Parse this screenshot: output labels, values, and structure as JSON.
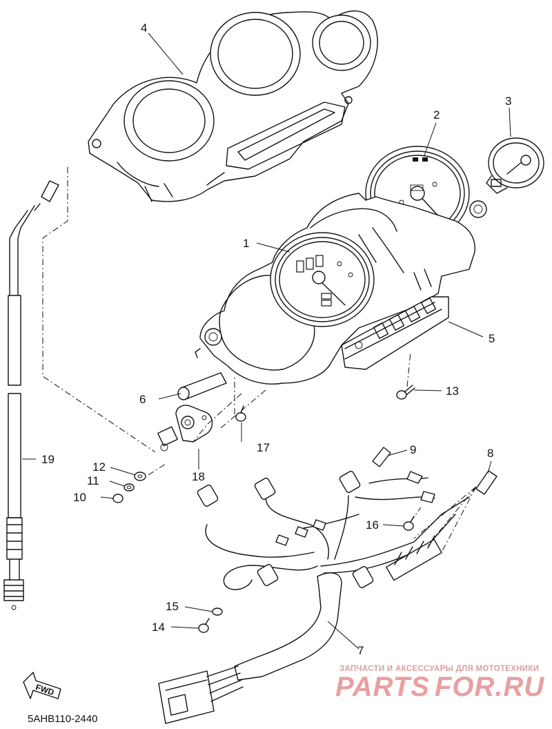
{
  "diagram": {
    "part_code": "5AHB110-2440",
    "fwd_label": "FWD",
    "callouts": [
      {
        "id": "c1",
        "label": "1"
      },
      {
        "id": "c2",
        "label": "2"
      },
      {
        "id": "c3",
        "label": "3"
      },
      {
        "id": "c4",
        "label": "4"
      },
      {
        "id": "c5",
        "label": "5"
      },
      {
        "id": "c6",
        "label": "6"
      },
      {
        "id": "c7",
        "label": "7"
      },
      {
        "id": "c8",
        "label": "8"
      },
      {
        "id": "c9",
        "label": "9"
      },
      {
        "id": "c10",
        "label": "10"
      },
      {
        "id": "c11",
        "label": "11"
      },
      {
        "id": "c12",
        "label": "12"
      },
      {
        "id": "c13",
        "label": "13"
      },
      {
        "id": "c14",
        "label": "14"
      },
      {
        "id": "c15",
        "label": "15"
      },
      {
        "id": "c16",
        "label": "16"
      },
      {
        "id": "c17",
        "label": "17"
      },
      {
        "id": "c18",
        "label": "18"
      },
      {
        "id": "c19",
        "label": "19"
      }
    ]
  },
  "watermark": {
    "tagline": "ЗАПЧАСТИ И АКСЕССУАРЫ ДЛЯ МОТОТЕХНИКИ",
    "brand_left": "PARTS",
    "brand_right": "FOR.RU",
    "colors": {
      "tagline": "#d9a0a0",
      "brand": "#e8a0a0"
    }
  }
}
